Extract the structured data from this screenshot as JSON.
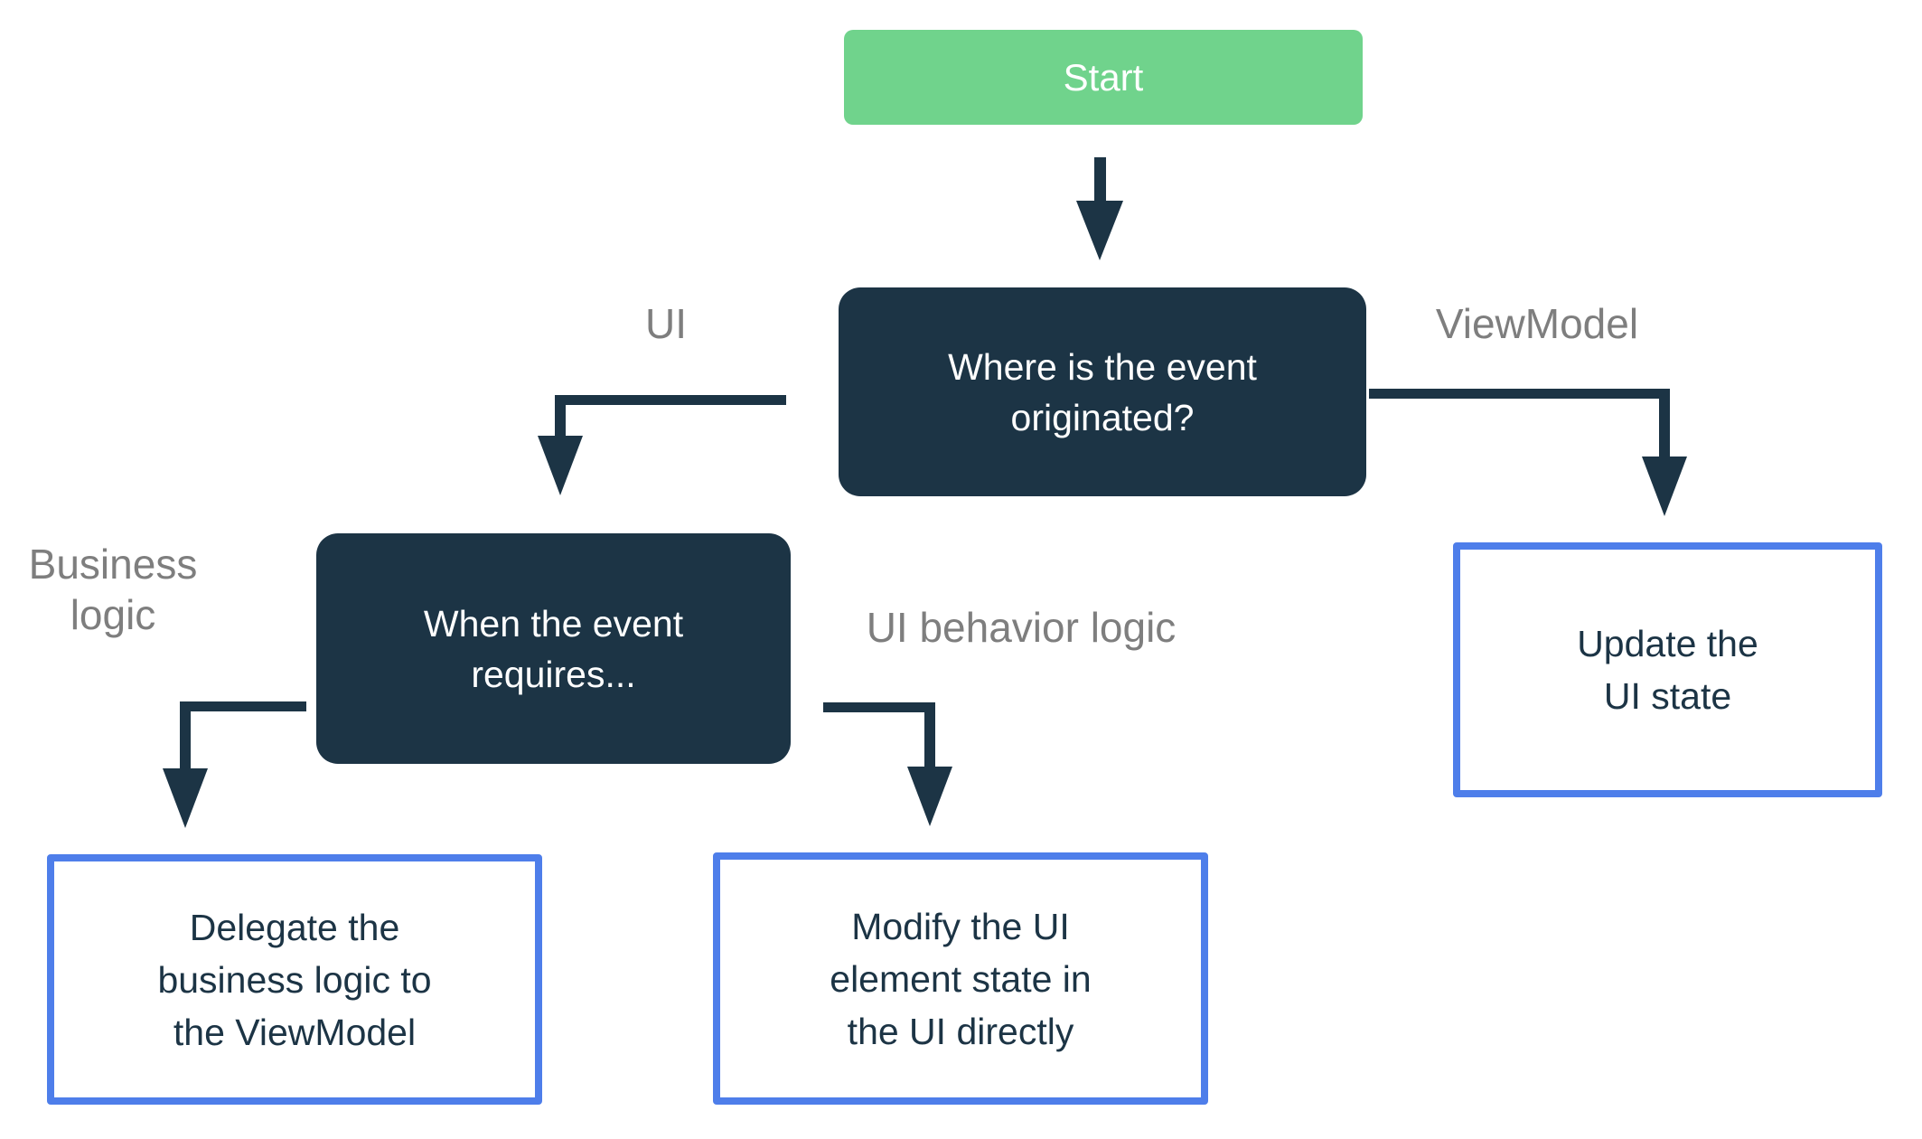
{
  "colors": {
    "background": "#FFFFFF",
    "start_fill": "#70D38C",
    "decision_fill": "#1C3445",
    "decision_text": "#FFFFFF",
    "action_border": "#4E7EEA",
    "action_text": "#1C3445",
    "edge_label_text": "#7E7E7E",
    "arrow": "#1C3445"
  },
  "nodes": {
    "start": {
      "label": "Start",
      "lines": [
        "Start"
      ]
    },
    "where_event": {
      "label": "Where is the event originated?",
      "lines": [
        "Where is the event",
        "originated?"
      ]
    },
    "when_event": {
      "label": "When the event requires...",
      "lines": [
        "When the event",
        "requires..."
      ]
    },
    "update_ui_state": {
      "label": "Update the UI state",
      "lines": [
        "Update the",
        "UI state"
      ]
    },
    "delegate_business": {
      "label": "Delegate the business logic to the ViewModel",
      "lines": [
        "Delegate the",
        "business logic to",
        "the ViewModel"
      ]
    },
    "modify_ui": {
      "label": "Modify the UI element state in the UI directly",
      "lines": [
        "Modify the UI",
        "element state in",
        "the UI directly"
      ]
    }
  },
  "edge_labels": {
    "ui": "UI",
    "viewmodel": "ViewModel",
    "business_logic": "Business logic",
    "ui_behavior_logic": "UI behavior logic"
  }
}
